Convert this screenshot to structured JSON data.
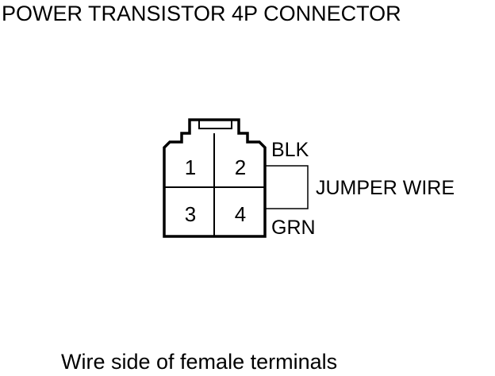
{
  "title": "POWER TRANSISTOR 4P CONNECTOR",
  "connector": {
    "terminals": [
      "1",
      "2",
      "3",
      "4"
    ],
    "wire_top": "BLK",
    "wire_bottom": "GRN",
    "jumper": "JUMPER WIRE"
  },
  "caption": "Wire side of female terminals"
}
